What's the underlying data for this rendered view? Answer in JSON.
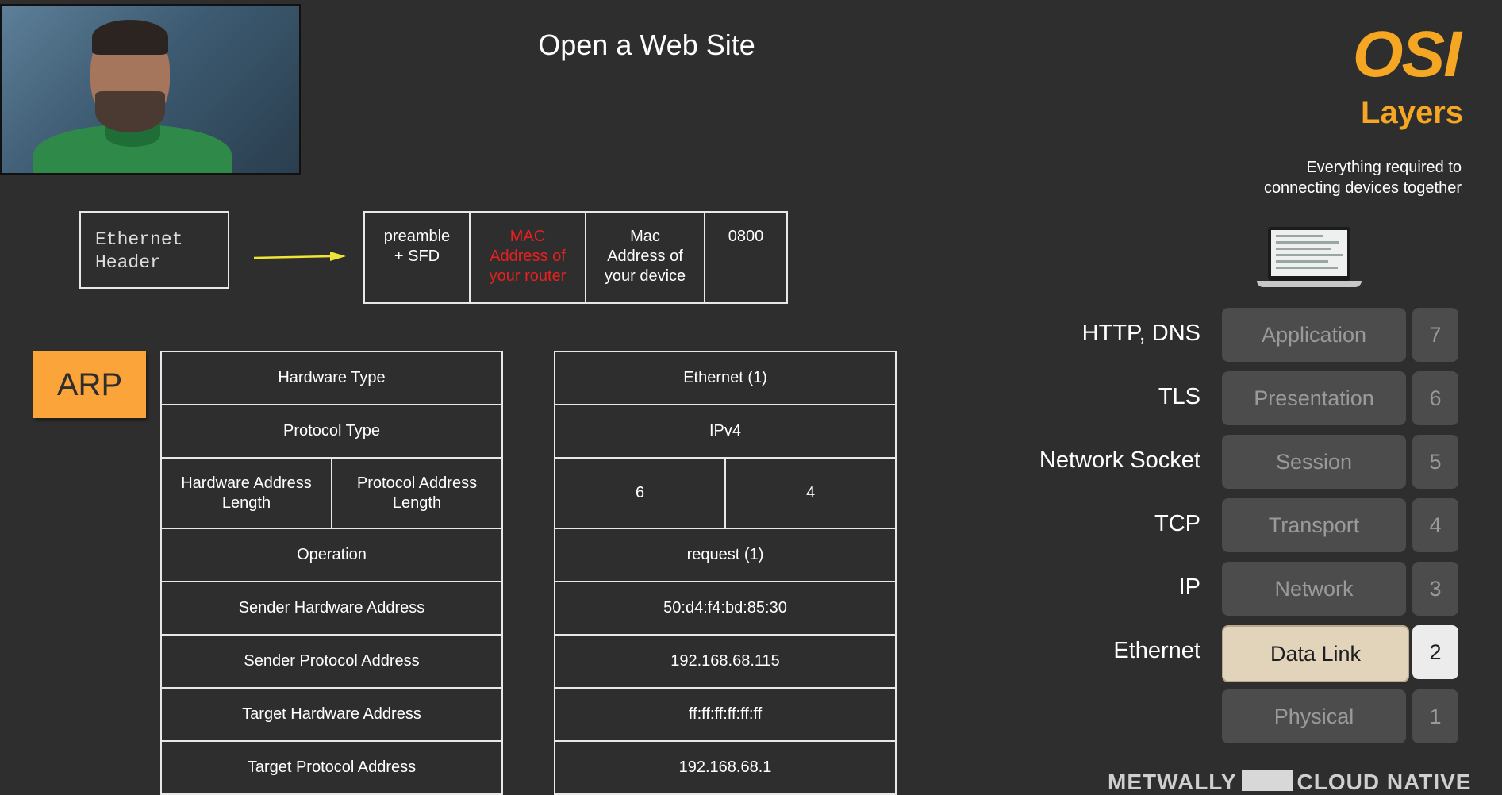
{
  "title": "Open a Web Site",
  "osi": {
    "title": "OSI",
    "subtitle": "Layers",
    "tagline": "Everything required to connecting devices together",
    "layers": [
      {
        "protocol": "HTTP, DNS",
        "name": "Application",
        "number": "7",
        "active": false
      },
      {
        "protocol": "TLS",
        "name": "Presentation",
        "number": "6",
        "active": false
      },
      {
        "protocol": "Network Socket",
        "name": "Session",
        "number": "5",
        "active": false
      },
      {
        "protocol": "TCP",
        "name": "Transport",
        "number": "4",
        "active": false
      },
      {
        "protocol": "IP",
        "name": "Network",
        "number": "3",
        "active": false
      },
      {
        "protocol": "Ethernet",
        "name": "Data Link",
        "number": "2",
        "active": true
      },
      {
        "protocol": "",
        "name": "Physical",
        "number": "1",
        "active": false
      }
    ]
  },
  "ethernet_header": {
    "label_line1": "Ethernet",
    "label_line2": "Header",
    "fields": [
      {
        "text": "preamble\n+ SFD",
        "color": "#ffffff"
      },
      {
        "text": "MAC\nAddress of\nyour router",
        "color": "#e8201f"
      },
      {
        "text": "Mac\nAddress of\nyour device",
        "color": "#ffffff"
      },
      {
        "text": "0800",
        "color": "#ffffff"
      }
    ]
  },
  "arp": {
    "label": "ARP",
    "fields": {
      "hardware_type": "Hardware Type",
      "protocol_type": "Protocol Type",
      "hardware_address_length": "Hardware Address Length",
      "protocol_address_length": "Protocol Address Length",
      "operation": "Operation",
      "sender_hardware_address": "Sender Hardware Address",
      "sender_protocol_address": "Sender Protocol Address",
      "target_hardware_address": "Target Hardware Address",
      "target_protocol_address": "Target Protocol Address"
    },
    "values": {
      "hardware_type": "Ethernet (1)",
      "protocol_type": "IPv4",
      "hardware_address_length": "6",
      "protocol_address_length": "4",
      "operation": "request (1)",
      "sender_hardware_address": "50:d4:f4:bd:85:30",
      "sender_protocol_address": "192.168.68.115",
      "target_hardware_address": "ff:ff:ff:ff:ff:ff",
      "target_protocol_address": "192.168.68.1"
    }
  },
  "footer": {
    "left": "METWALLY",
    "right": "CLOUD NATIVE"
  },
  "colors": {
    "background": "#2e2e2e",
    "accent": "#f5a623",
    "arp_box": "#fba43a",
    "highlight_text": "#e8201f",
    "arrow": "#f0e534"
  }
}
